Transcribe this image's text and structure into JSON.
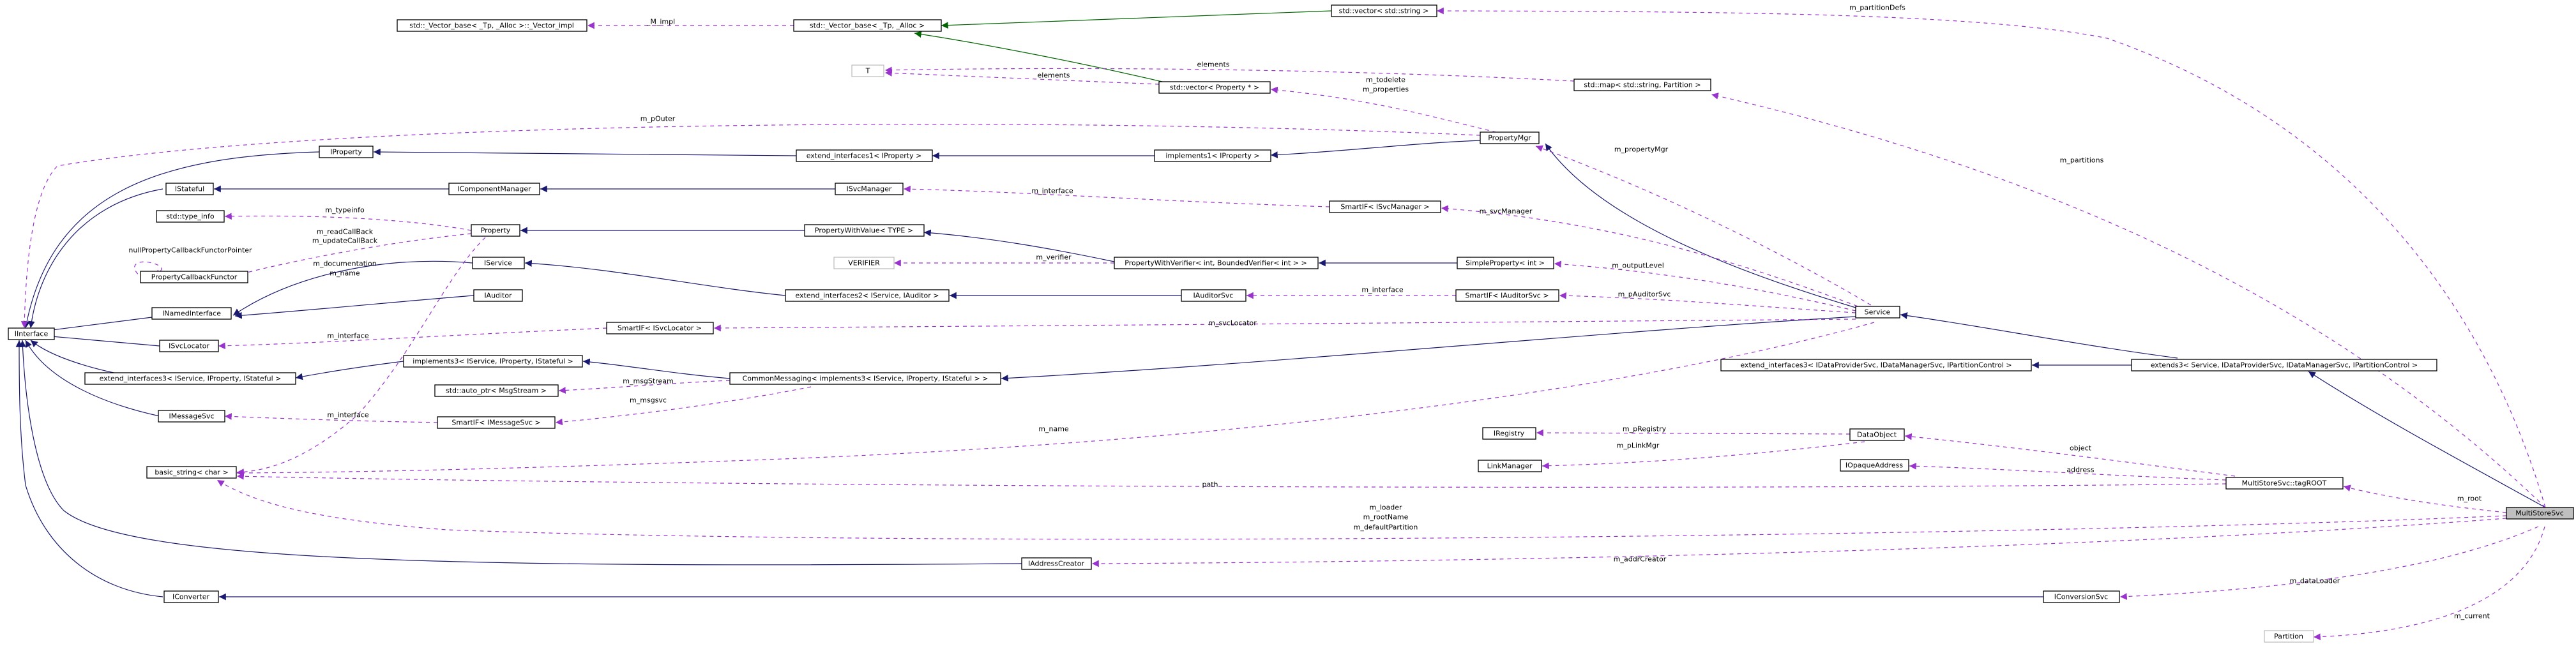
{
  "nodes": {
    "interface": "IInterface",
    "inamed": "INamedInterface",
    "propcb": "PropertyCallbackFunctor",
    "typeinfo": "std::type_info",
    "istateful": "IStateful",
    "iproperty": "IProperty",
    "isvclocator": "ISvcLocator",
    "ext3_isvc_iprop_istate": "extend_interfaces3< IService, IProperty, IStateful >",
    "imessagesvc": "IMessageSvc",
    "basic_string": "basic_string< char >",
    "iconverter": "IConverter",
    "vector_impl": "std::_Vector_base< _Tp, _Alloc >::_Vector_impl",
    "vector_base": "std::_Vector_base< _Tp, _Alloc >",
    "vector_string": "std::vector< std::string >",
    "t": "T",
    "vector_prop": "std::vector< Property * >",
    "map_partition": "std::map< std::string, Partition >",
    "propertymgr": "PropertyMgr",
    "ext1_iprop": "extend_interfaces1< IProperty >",
    "impl1_iprop": "implements1< IProperty >",
    "icompmgr": "IComponentManager",
    "isvcmanager": "ISvcManager",
    "smartif_svcmgr": "SmartIF< ISvcManager >",
    "property": "Property",
    "pwv_type": "PropertyWithValue< TYPE >",
    "verifier": "VERIFIER",
    "pwv_int": "PropertyWithVerifier< int, BoundedVerifier< int > >",
    "simpleprop": "SimpleProperty< int >",
    "iservice": "IService",
    "iauditor": "IAuditor",
    "ext2_isvc_iaud": "extend_interfaces2< IService, IAuditor >",
    "iauditorsvc": "IAuditorSvc",
    "smartif_audsvc": "SmartIF< IAuditorSvc >",
    "smartif_svcloc": "SmartIF< ISvcLocator >",
    "service": "Service",
    "impl3_isvc": "implements3< IService, IProperty, IStateful >",
    "commonmsg": "CommonMessaging< implements3< IService, IProperty, IStateful > >",
    "auto_ptr": "std::auto_ptr< MsgStream >",
    "smartif_msgsvc": "SmartIF< IMessageSvc >",
    "ext3_idp": "extend_interfaces3< IDataProviderSvc, IDataManagerSvc, IPartitionControl >",
    "extends3": "extends3< Service, IDataProviderSvc, IDataManagerSvc, IPartitionControl >",
    "iregistry": "IRegistry",
    "dataobject": "DataObject",
    "linkmanager": "LinkManager",
    "iopaque": "IOpaqueAddress",
    "tagroot": "MultiStoreSvc::tagROOT",
    "multistoresvc": "MultiStoreSvc",
    "iaddresscreator": "IAddressCreator",
    "iconversionsvc": "IConversionSvc",
    "partition": "Partition"
  },
  "edge_labels": {
    "m_impl": "_M_impl",
    "elements_top": "elements",
    "elements_bottom": "elements",
    "m_partitionDefs": "m_partitionDefs",
    "m_todelete": "m_todelete",
    "m_properties": "m_properties",
    "m_pOuter": "m_pOuter",
    "m_partitions": "m_partitions",
    "m_propertyMgr": "m_propertyMgr",
    "m_interface_svcmgr": "m_interface",
    "m_svcManager": "m_svcManager",
    "m_typeinfo": "m_typeinfo",
    "m_readCallBack": "m_readCallBack",
    "m_updateCallBack": "m_updateCallBack",
    "nullPropertyCallbackFunctorPointer": "nullPropertyCallbackFunctorPointer",
    "m_verifier": "m_verifier",
    "m_outputLevel": "m_outputLevel",
    "m_documentation": "m_documentation",
    "m_name_prop": "m_name",
    "m_interface_aud": "m_interface",
    "m_pAuditorSvc": "m_pAuditorSvc",
    "m_interface_loc": "m_interface",
    "m_svcLocator": "m_svcLocator",
    "m_msgStream": "m_msgStream",
    "m_msgsvc": "m_msgsvc",
    "m_interface_msg": "m_interface",
    "m_name_svc": "m_name",
    "m_pRegistry": "m_pRegistry",
    "m_pLinkMgr": "m_pLinkMgr",
    "object": "object",
    "address": "address",
    "path": "path",
    "m_root": "m_root",
    "m_loader": "m_loader",
    "m_rootName": "m_rootName",
    "m_defaultPartition": "m_defaultPartition",
    "m_addrCreator": "m_addrCreator",
    "m_dataLoader": "m_dataLoader",
    "m_current": "m_current"
  },
  "colors": {
    "inheritance": "#191970",
    "template": "#006400",
    "usage": "#9a32cd",
    "ghost_border": "#bfbfbf",
    "focus_fill": "#bfbfbf"
  }
}
